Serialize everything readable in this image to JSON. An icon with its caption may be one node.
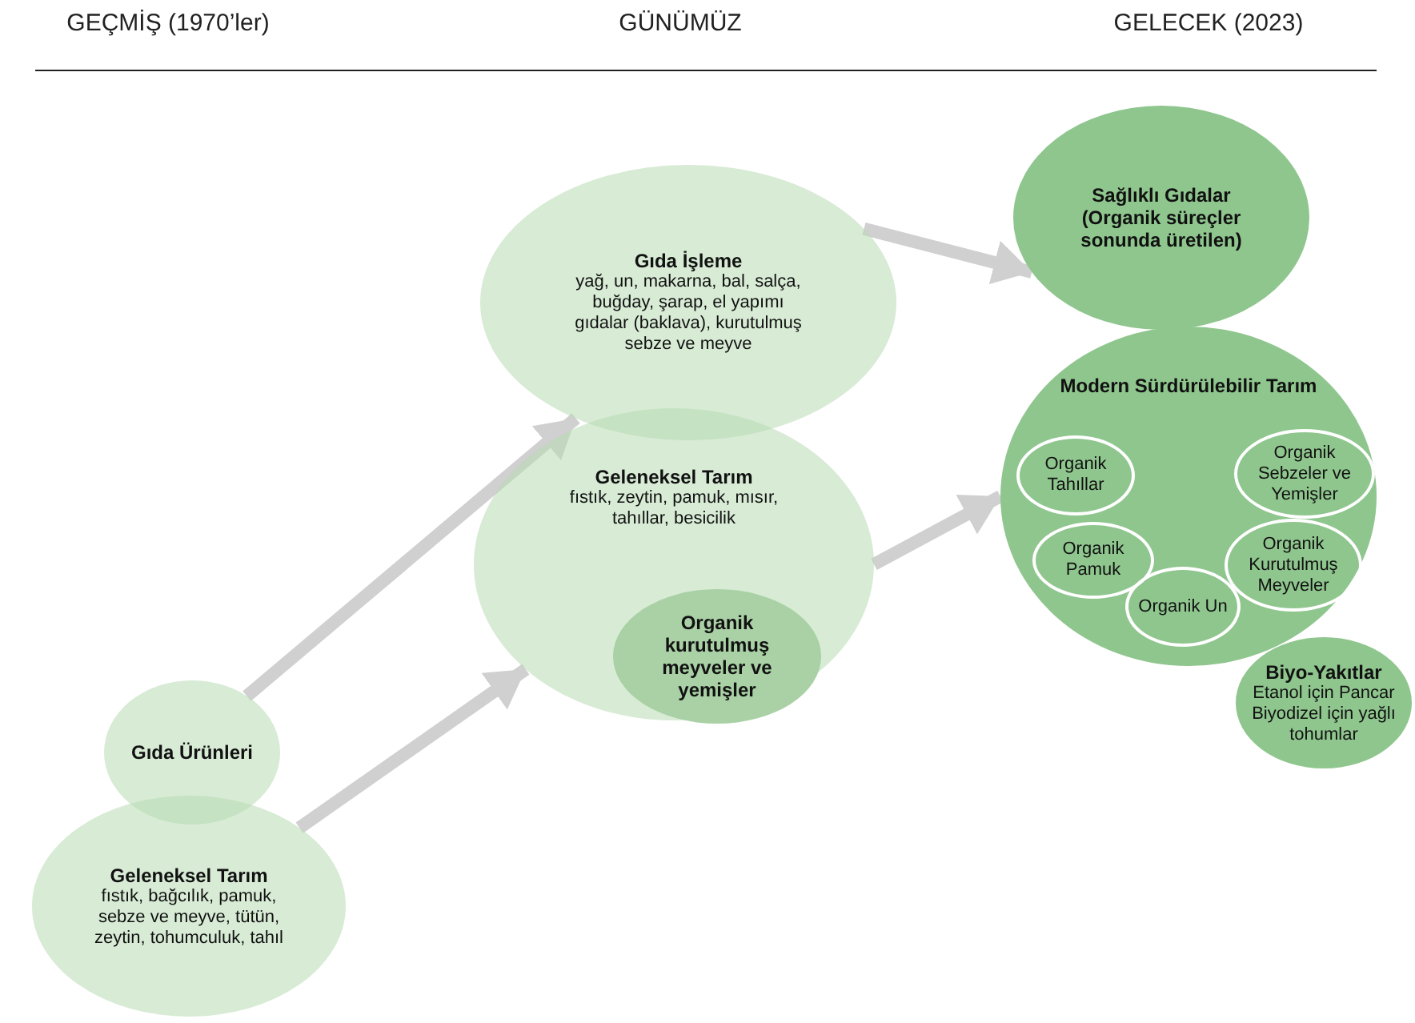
{
  "diagram": {
    "nodes": [
      {
        "text": [
          "Gıda Ürünleri"
        ]
      },
      {
        "text": [
          "Geleneksel Tarım",
          "fıstık, bağcılık, pamuk, sebze ve meyve, tütün, zeytin, tohumculuk, tahıl"
        ]
      },
      {
        "text": [
          "Gıda İşleme",
          "yağ, un, makarna, bal, salça, buğday, şarap, el yapımı gıdalar (baklava), kurutulmuş sebze ve meyve"
        ]
      },
      {
        "text": [
          "Geleneksel Tarım",
          "fıstık, zeytin, pamuk, mısır, tahıllar, besicilik"
        ]
      },
      {
        "text": [
          "Organik kurutulmuş meyveler ve yemişler"
        ],
        "in": 3
      },
      {
        "text": [
          "Sağlıklı Gıdalar",
          "(Organik süreçler sonunda üretilen)"
        ]
      },
      {
        "text": [
          "Modern Sürdürülebilir Tarım"
        ]
      },
      {
        "text": [
          "Organik Tahıllar"
        ],
        "in": 6
      },
      {
        "text": [
          "Organik Sebzeler ve Yemişler"
        ],
        "in": 6
      },
      {
        "text": [
          "Organik Pamuk"
        ],
        "in": 6
      },
      {
        "text": [
          "Organik Kurutulmuş Meyveler"
        ],
        "in": 6
      },
      {
        "text": [
          "Organik Un"
        ],
        "in": 6
      },
      {
        "text": [
          "Biyo-Yakıtlar",
          "Etanol için Pancar",
          "Biyodizel için yağlı tohumlar"
        ]
      }
    ],
    "edges": [
      {
        "from": 0,
        "to": 2,
        "arrow": "to"
      },
      {
        "from": 1,
        "to": 3,
        "arrow": "to"
      },
      {
        "from": 2,
        "to": 5,
        "arrow": "to"
      },
      {
        "from": 3,
        "to": 6,
        "arrow": "to"
      }
    ],
    "labels": [
      "GEÇMİŞ (1970’ler)",
      "GÜNÜMÜZ",
      "GELECEK (2023)"
    ]
  }
}
